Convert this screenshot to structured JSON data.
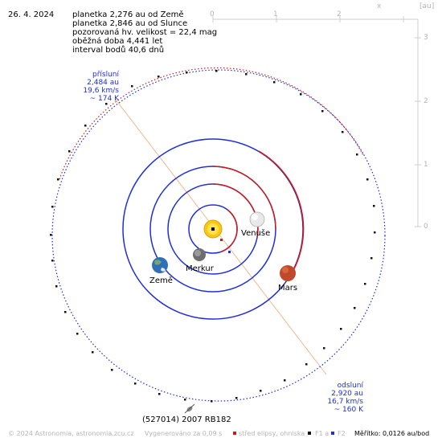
{
  "date": "26. 4. 2024",
  "info_lines": [
    "planetka 2,276 au od Země",
    "planetka 2,846 au od Slunce",
    "pozorovaná hv. velikost = 22,4 mag",
    "oběžná doba 4,441 let",
    "interval bodů 40,6 dnů"
  ],
  "perihelion": {
    "title": "přísluní",
    "dist": "2,484 au",
    "speed": "19,6 km/s",
    "temp": "~ 174 K"
  },
  "aphelion": {
    "title": "odsluní",
    "dist": "2,920 au",
    "speed": "16,7 km/s",
    "temp": "~ 160 K"
  },
  "planets": {
    "mercury": "Merkur",
    "venus": "Venuše",
    "earth": "Země",
    "mars": "Mars"
  },
  "asteroid_name": "(527014) 2007 RB182",
  "axis": {
    "x_label": "x",
    "unit_label": "[au]",
    "ticks": [
      "0",
      "1",
      "2",
      "3"
    ]
  },
  "footer": {
    "copyright": "© 2024 Astronomia, astronomia.zcu.cz",
    "generated": "Vygenerováno za 0,09 s",
    "center": "střed elipsy, ohniska",
    "f1": "F1 a",
    "f2": "F2",
    "scale": "Měřítko: 0,0126 au/bod"
  },
  "colors": {
    "orbit_blue": "#1f2fd8",
    "orbit_red": "#d01818",
    "label_blue": "#1f2fd8",
    "axis_grey": "#b5b5b5",
    "apsis_line": "#f0b890"
  }
}
